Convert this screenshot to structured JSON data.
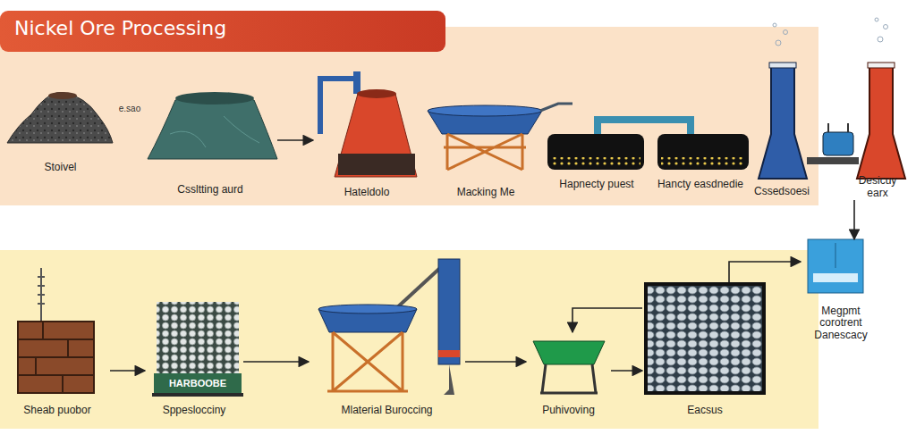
{
  "diagram": {
    "title": "Nickel Ore Processing",
    "nodes": [
      {
        "text": [
          "Stoivel"
        ]
      },
      {
        "text": [
          "Cssltting aurd"
        ]
      },
      {
        "text": [
          "Hateldolo"
        ]
      },
      {
        "text": [
          "Macking Me"
        ]
      },
      {
        "text": [
          "Hapnecty puest"
        ]
      },
      {
        "text": [
          "Hancty easdnedie"
        ]
      },
      {
        "text": [
          "Cssedsoesi"
        ]
      },
      {
        "text": [
          "Desicuy earx"
        ]
      },
      {
        "text": [
          "Megpmt corotrent Danescacy"
        ]
      },
      {
        "text": [
          "Sheab puobor"
        ]
      },
      {
        "text": [
          "Sppeslocciny"
        ]
      },
      {
        "text": [
          "Mlaterial Buroccing"
        ]
      },
      {
        "text": [
          "Puhivoving"
        ]
      },
      {
        "text": [
          "Eacsus"
        ]
      }
    ],
    "edges": [
      {
        "from": 1,
        "to": 2,
        "arrow": "to"
      },
      {
        "from": 7,
        "to": 8,
        "arrow": "to"
      },
      {
        "from": 9,
        "to": 10,
        "arrow": "to"
      },
      {
        "from": 10,
        "to": 11,
        "arrow": "to"
      },
      {
        "from": 11,
        "to": 12,
        "arrow": "to"
      },
      {
        "from": 13,
        "to": 12,
        "arrow": "to"
      },
      {
        "from": 12,
        "to": 13,
        "arrow": "to"
      },
      {
        "from": 13,
        "to": 8,
        "arrow": "to"
      }
    ],
    "labels": [
      "e.sao",
      "HARBOOBE"
    ]
  }
}
